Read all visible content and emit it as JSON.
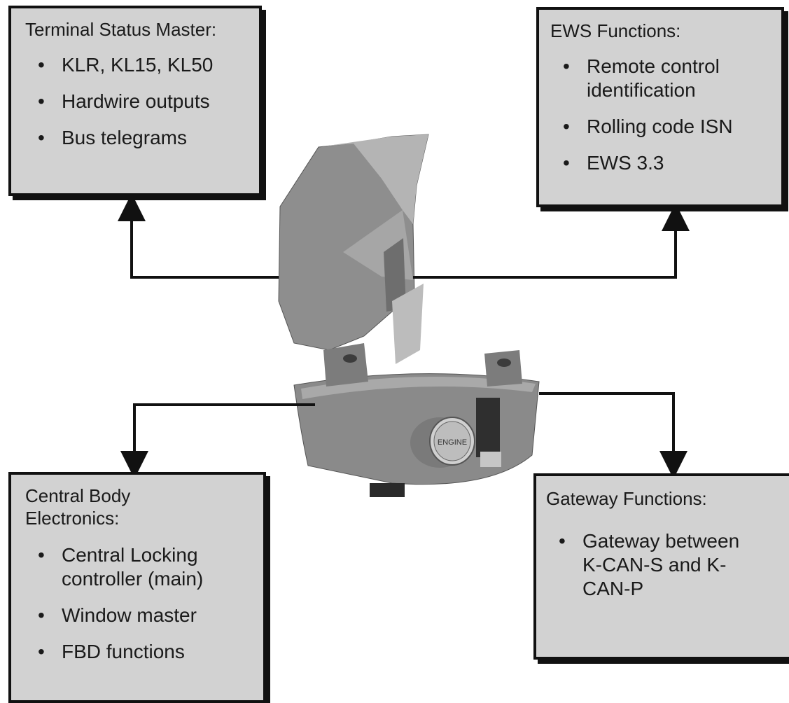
{
  "boxes": {
    "terminal_status": {
      "title": "Terminal Status Master:",
      "items": [
        "KLR, KL15, KL50",
        "Hardwire outputs",
        "Bus telegrams"
      ]
    },
    "ews": {
      "title": "EWS Functions:",
      "items": [
        "Remote control identification",
        "Rolling code ISN",
        "EWS 3.3"
      ]
    },
    "central_body": {
      "title": "Central Body Electronics:",
      "items": [
        "Central Locking controller (main)",
        "Window master",
        "FBD functions"
      ]
    },
    "gateway": {
      "title": "Gateway Functions:",
      "items": [
        "Gateway between K-CAN-S and K-CAN-P"
      ]
    }
  },
  "module_label": "ENGINE",
  "colors": {
    "box_fill": "#d2d2d2",
    "border": "#111111",
    "module_gray": "#8a8a8a"
  }
}
